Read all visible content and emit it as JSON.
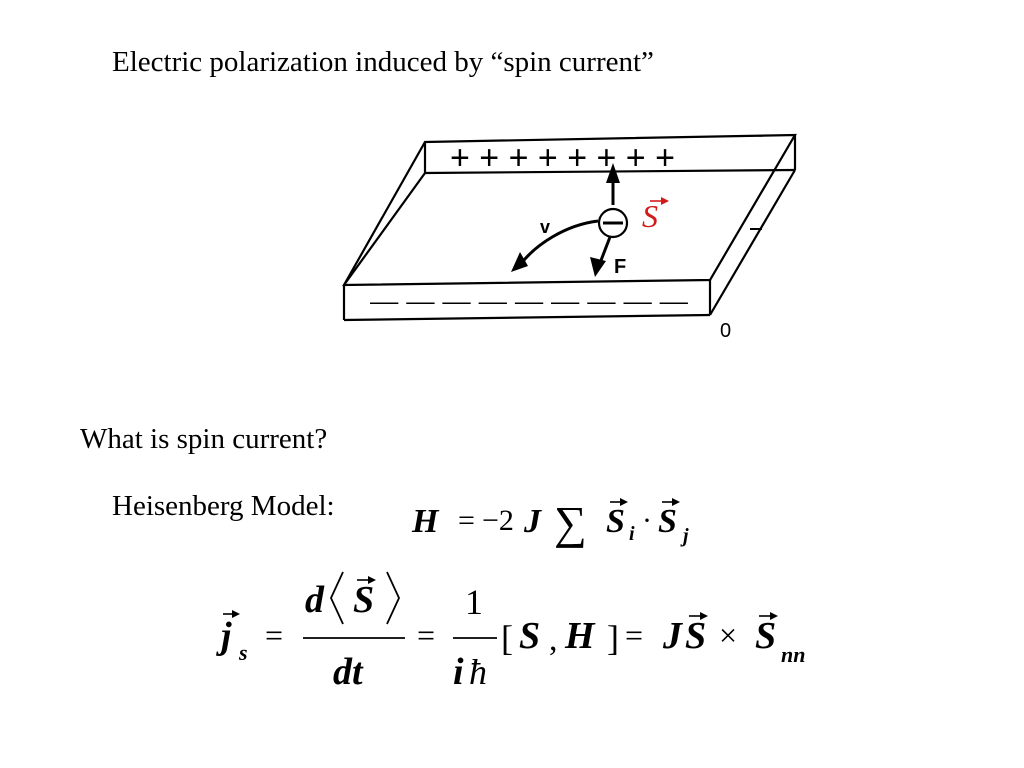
{
  "slide": {
    "title": "Electric polarization induced by “spin current”",
    "question": "What is spin current?",
    "heisenberg_label": "Heisenberg Model:"
  },
  "figure": {
    "plus_signs": "+ + + + + + + +",
    "minus_signs": "— — — — — — — — —",
    "velocity_label": "v",
    "force_label": "F",
    "spin_label": "S",
    "axis_zero": "0",
    "spin_color": "#d11a1a"
  },
  "equations": {
    "heisenberg": {
      "lhs": "H",
      "equals": "=",
      "coef": "−2",
      "J": "J",
      "sum": "∑",
      "S": "S",
      "i": "i",
      "dot": "·",
      "j": "j"
    },
    "spin_current": {
      "j": "j",
      "s_sub": "s",
      "eq": "=",
      "d": "d",
      "S": "S",
      "dt": "dt",
      "one": "1",
      "i": "i",
      "hbar": "ħ",
      "lbr": "[",
      "H": "H",
      "comma": ",",
      "rbr": "]",
      "J": "J",
      "times": "×",
      "nn": "nn"
    }
  }
}
